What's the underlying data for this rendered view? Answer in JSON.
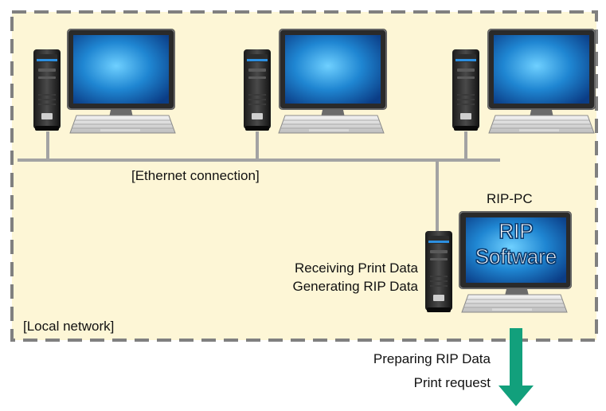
{
  "labels": {
    "ethernet": "[Ethernet connection]",
    "local_network": "[Local network]",
    "rip_pc": "RIP-PC",
    "receiving": "Receiving Print Data",
    "generating": "Generating RIP Data",
    "preparing": "Preparing RIP Data",
    "print_request": "Print request"
  },
  "screen_text": {
    "line1": "RIP",
    "line2": "Software"
  },
  "colors": {
    "network_bg": "#fdf6d6",
    "network_border": "#808080",
    "cable": "#a3a3a3",
    "arrow": "#12a07c"
  },
  "icons": [
    "desktop-computer-icon",
    "desktop-computer-icon",
    "desktop-computer-icon",
    "rip-pc-computer-icon",
    "down-arrow-icon"
  ]
}
